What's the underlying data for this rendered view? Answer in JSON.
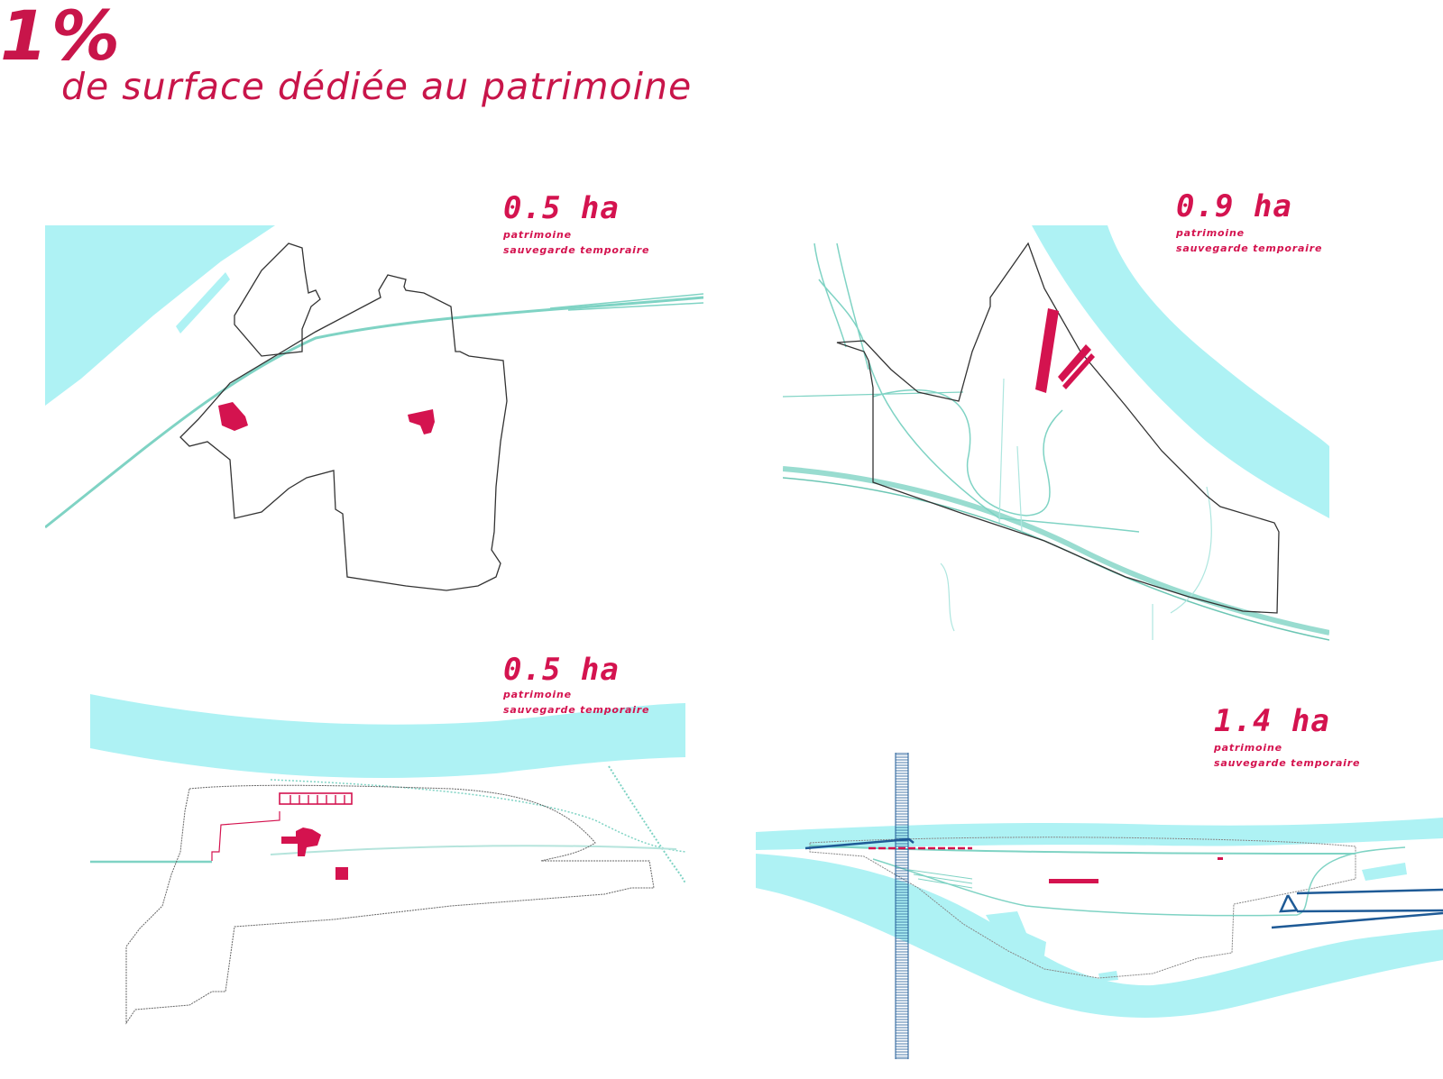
{
  "header": {
    "percent": "1%",
    "subtitle": "de surface dédiée au patrimoine"
  },
  "sites": [
    {
      "area": "0.5 ha",
      "line1": "patrimoine",
      "line2": "sauvegarde temporaire"
    },
    {
      "area": "0.9 ha",
      "line1": "patrimoine",
      "line2": "sauvegarde temporaire"
    },
    {
      "area": "0.5 ha",
      "line1": "patrimoine",
      "line2": "sauvegarde temporaire"
    },
    {
      "area": "1.4 ha",
      "line1": "patrimoine",
      "line2": "sauvegarde temporaire"
    }
  ],
  "colors": {
    "accent": "#c8154a",
    "heritage": "#d4134f",
    "water": "#aef2f4",
    "rail": "#7fd3c4",
    "outline": "#333333",
    "bridge": "#1e5a96"
  }
}
